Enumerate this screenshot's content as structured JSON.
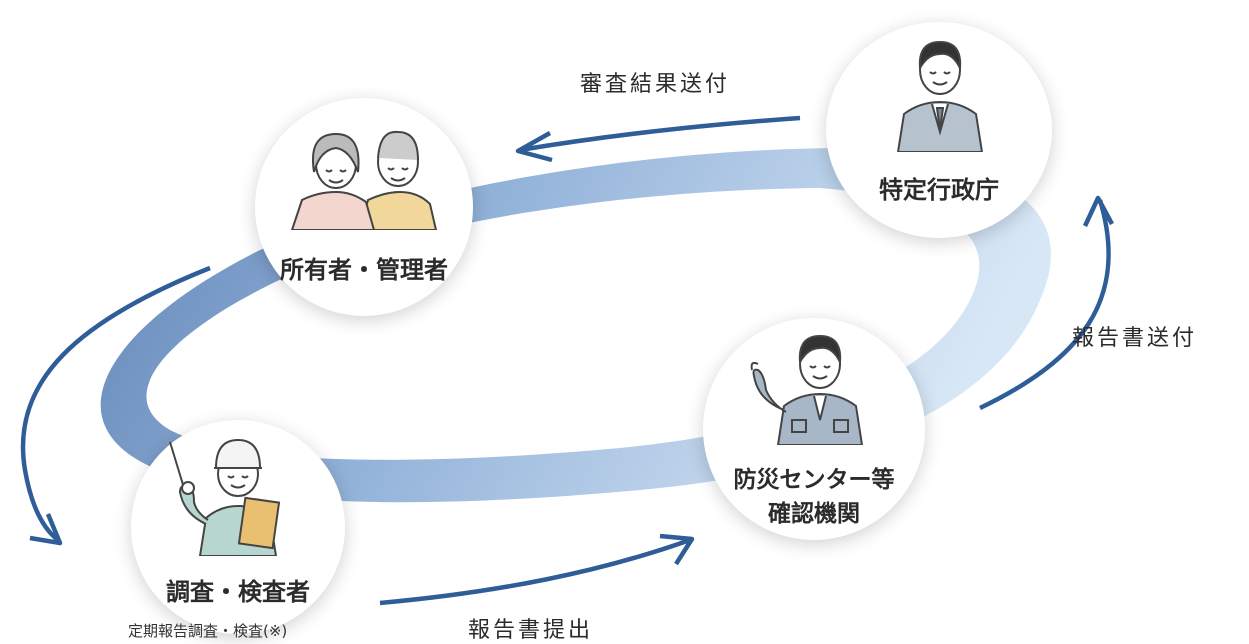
{
  "nodes": {
    "owner": {
      "label": "所有者・管理者"
    },
    "gov": {
      "label": "特定行政庁"
    },
    "center": {
      "line1": "防災センター等",
      "line2": "確認機関"
    },
    "inspector": {
      "label": "調査・検査者",
      "sub": "定期報告調査・検査(※)"
    }
  },
  "flows": {
    "review_result": "審査結果送付",
    "report_send": "報告書送付",
    "report_submit": "報告書提出"
  },
  "colors": {
    "arrow": "#2e5d97",
    "ring_dark": "#5b80b4",
    "ring_light": "#cfe0f2",
    "jacket_pink": "#f3d6cd",
    "jacket_yellow": "#f1d79a",
    "suit_gray": "#b7c2cf",
    "work_blue": "#a8b7c8",
    "work_green": "#b6d6cf",
    "clipboard": "#e8c070"
  },
  "icons": [
    "elderly-couple-icon",
    "official-suit-icon",
    "worker-pointing-icon",
    "inspector-helmet-icon"
  ]
}
